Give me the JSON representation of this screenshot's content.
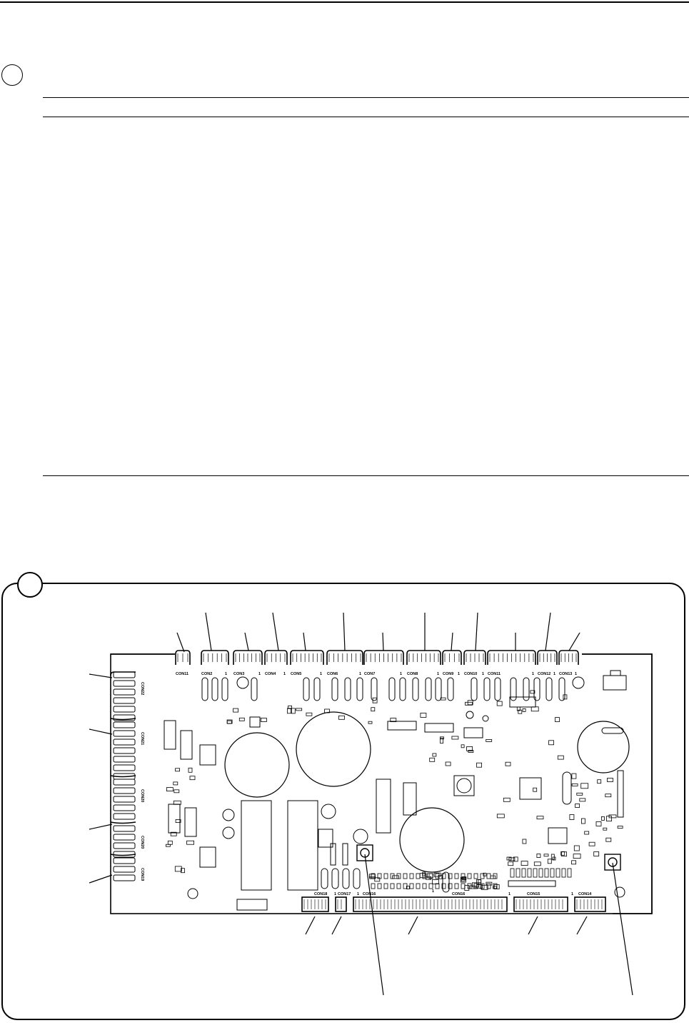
{
  "board_labels": {
    "top": [
      "CON1",
      "CON2",
      "CON3",
      "CON4",
      "CON5",
      "CON6",
      "CON7",
      "CON8",
      "CON9",
      "CON10",
      "CON11",
      "CON12",
      "CON13"
    ],
    "left": [
      "CON22",
      "CON21",
      "CON20",
      "CON20",
      "CON19"
    ],
    "bottom": [
      "CON18",
      "CON17",
      "CON16",
      "CON16",
      "CON15",
      "CON14"
    ],
    "pin_one": "1"
  }
}
